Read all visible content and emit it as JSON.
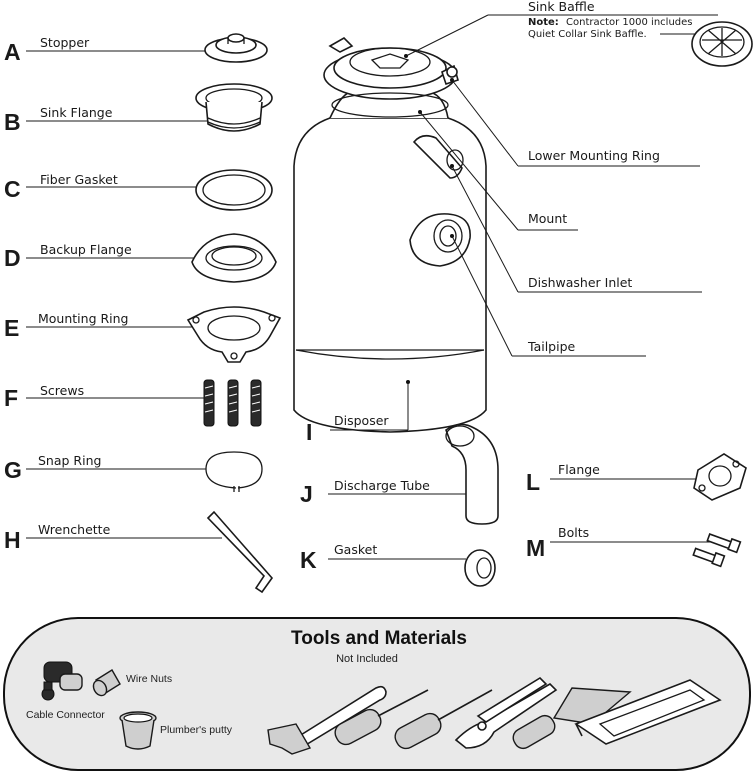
{
  "parts": [
    {
      "letter": "A",
      "label": "Stopper"
    },
    {
      "letter": "B",
      "label": "Sink Flange"
    },
    {
      "letter": "C",
      "label": "Fiber Gasket"
    },
    {
      "letter": "D",
      "label": "Backup Flange"
    },
    {
      "letter": "E",
      "label": "Mounting Ring"
    },
    {
      "letter": "F",
      "label": "Screws"
    },
    {
      "letter": "G",
      "label": "Snap Ring"
    },
    {
      "letter": "H",
      "label": "Wrenchette"
    },
    {
      "letter": "I",
      "label": "Disposer"
    },
    {
      "letter": "J",
      "label": "Discharge Tube"
    },
    {
      "letter": "K",
      "label": "Gasket"
    },
    {
      "letter": "L",
      "label": "Flange"
    },
    {
      "letter": "M",
      "label": "Bolts"
    }
  ],
  "callouts": {
    "sink_baffle": "Sink Baffle",
    "note_bold": "Note:",
    "note_line1": "Contractor 1000  includes",
    "note_line2": "Quiet Collar  Sink Baffle.",
    "lower_mounting_ring": "Lower Mounting Ring",
    "mount": "Mount",
    "dishwasher_inlet": "Dishwasher Inlet",
    "tailpipe": "Tailpipe"
  },
  "tools": {
    "title": "Tools and Materials",
    "subtitle": "Not Included",
    "items": {
      "cable_connector": "Cable Connector",
      "wire_nuts": "Wire Nuts",
      "plumbers_putty": "Plumber's putty"
    }
  }
}
